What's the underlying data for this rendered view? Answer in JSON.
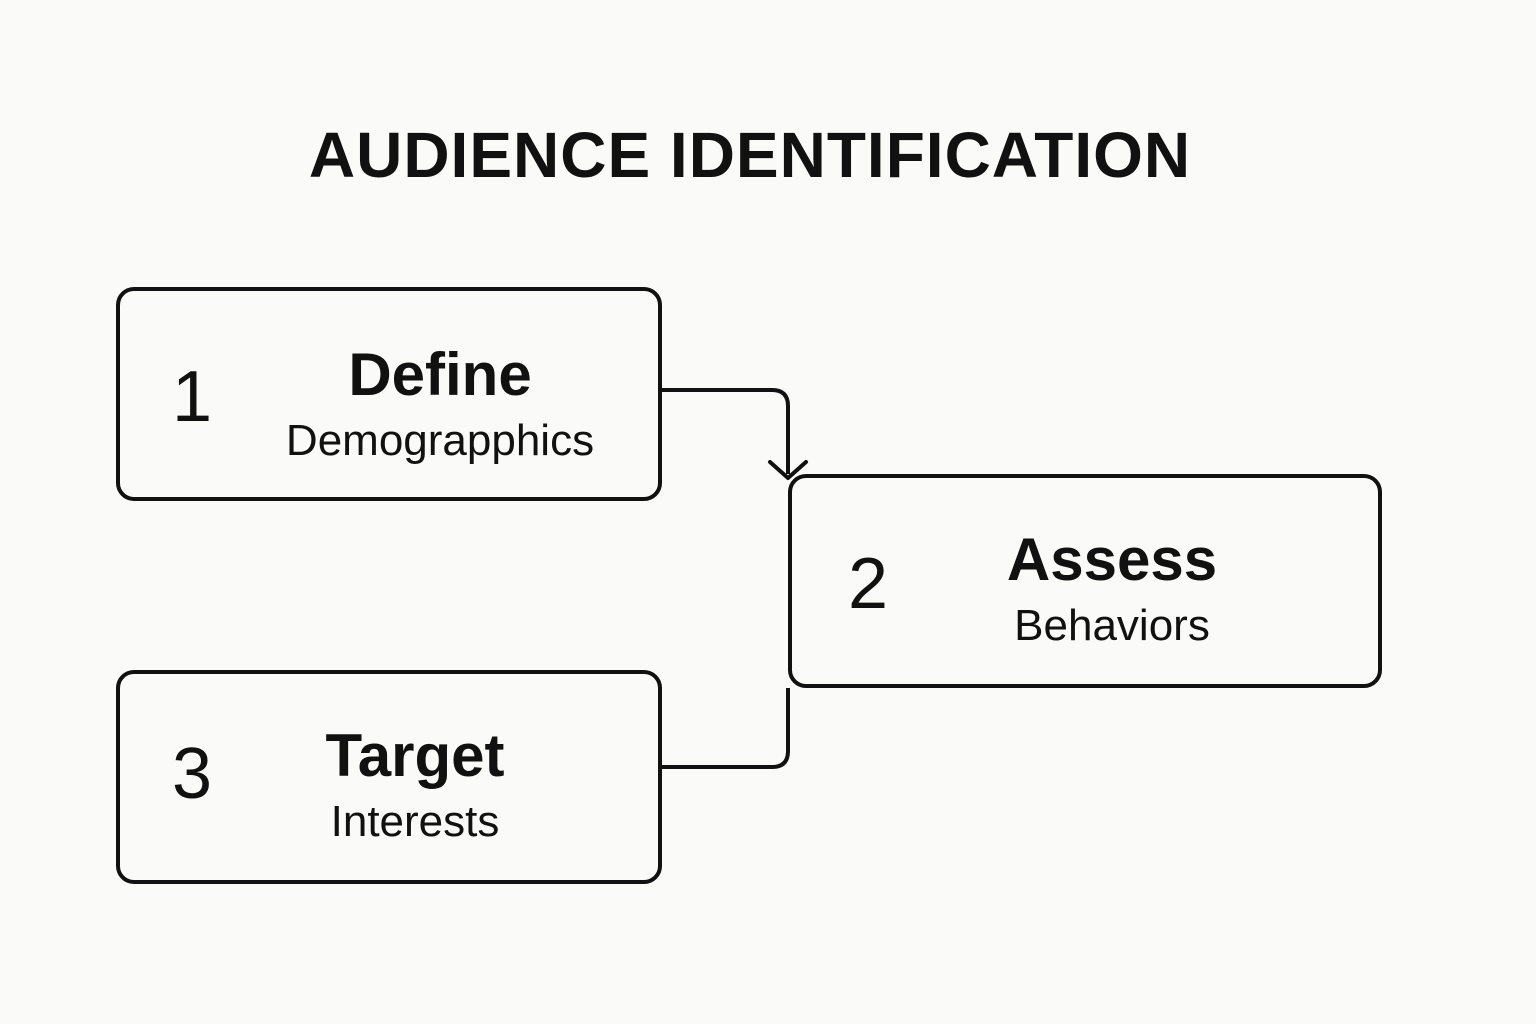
{
  "title": "AUDIENCE IDENTIFICATION",
  "steps": [
    {
      "number": "1",
      "title": "Define",
      "subtitle": "Demograpphics"
    },
    {
      "number": "2",
      "title": "Assess",
      "subtitle": "Behaviors"
    },
    {
      "number": "3",
      "title": "Target",
      "subtitle": "Interests"
    }
  ],
  "colors": {
    "background": "#fafaf8",
    "stroke": "#111111"
  }
}
